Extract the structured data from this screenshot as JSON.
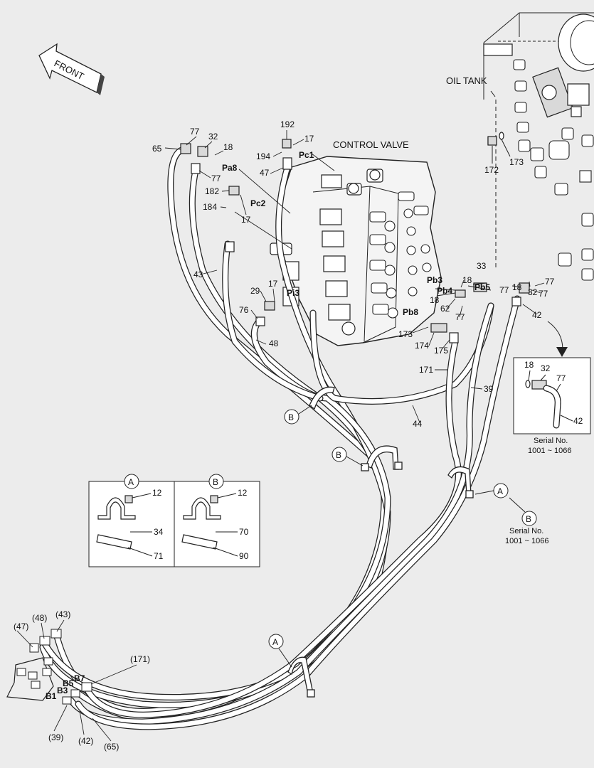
{
  "labels": {
    "front": "FRONT",
    "oil_tank": "OIL TANK",
    "control_valve": "CONTROL VALVE",
    "serial_no": "Serial No.",
    "serial_range": "1001 ~ 1066"
  },
  "ports": {
    "pc1": "Pc1",
    "pc2": "Pc2",
    "pa8": "Pa8",
    "pi3": "Pi3",
    "pb5": "Pb5",
    "pb4": "Pb4",
    "pb3": "Pb3",
    "pb8": "Pb8",
    "b1": "B1",
    "b3": "B3",
    "b5": "B5",
    "b7": "B7"
  },
  "callouts": {
    "c65": "65",
    "c77a": "77",
    "c32a": "32",
    "c18a": "18",
    "c77b": "77",
    "c192": "192",
    "c17a": "17",
    "c194": "194",
    "c47": "47",
    "c182": "182",
    "c184": "184",
    "c17b": "17",
    "c43": "43",
    "c29": "29",
    "c17c": "17",
    "c76": "76",
    "c48": "48",
    "c172": "172",
    "c173a": "173",
    "c18b": "18",
    "c32b": "32",
    "c77c": "77",
    "c77d": "77",
    "c42a": "42",
    "c18c": "18",
    "c33": "33",
    "c77e": "77",
    "c18d": "18",
    "c62": "62",
    "c77f": "77",
    "c173b": "173",
    "c174": "174",
    "c175": "175",
    "c171": "171",
    "c39": "39",
    "c44": "44",
    "c18e": "18",
    "c32c": "32",
    "c77g": "77",
    "c42b": "42",
    "c12a": "12",
    "c34": "34",
    "c71": "71",
    "c12b": "12",
    "c70": "70",
    "c90": "90",
    "c47p": "(47)",
    "c48p": "(48)",
    "c43p": "(43)",
    "c171p": "(171)",
    "c39p": "(39)",
    "c42p": "(42)",
    "c65p": "(65)"
  },
  "markers": {
    "a": "A",
    "b": "B"
  }
}
